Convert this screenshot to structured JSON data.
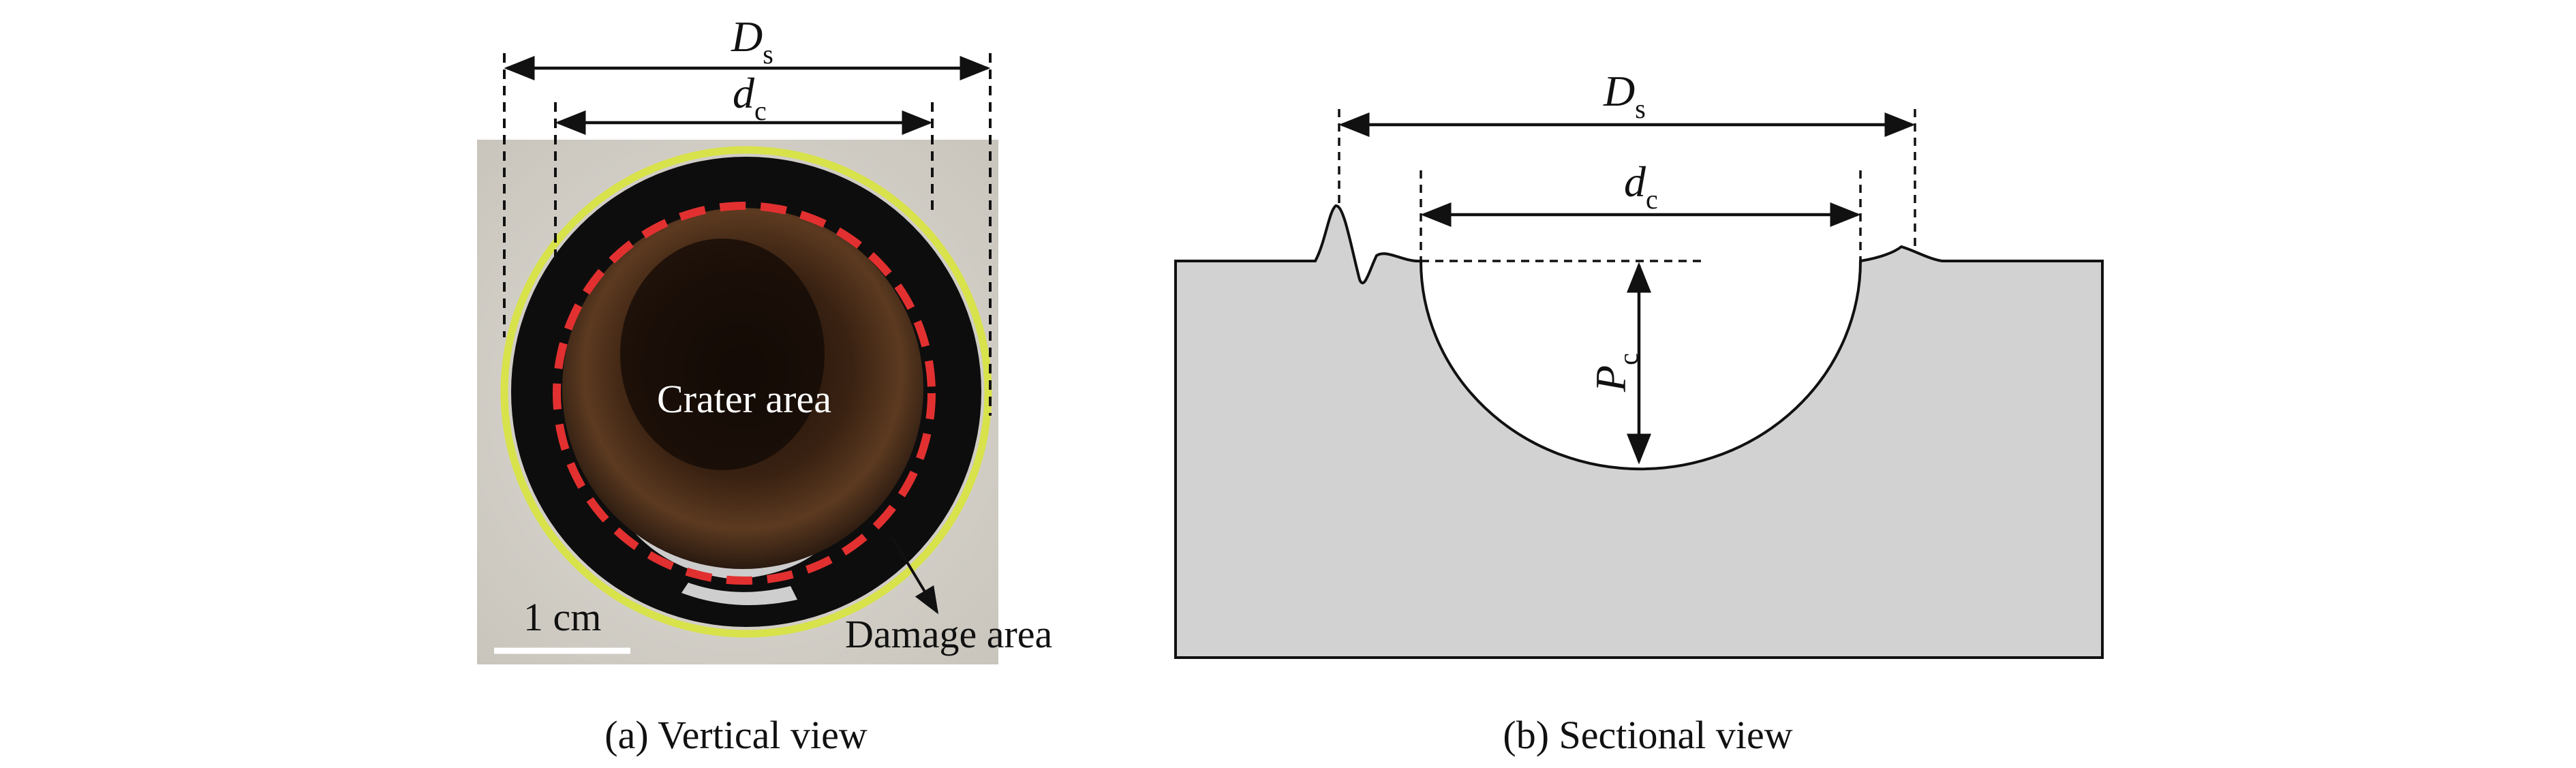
{
  "panel_a": {
    "caption": "(a) Vertical view",
    "labels": {
      "D_main": "D",
      "D_sub": "s",
      "d_main": "d",
      "d_sub": "c",
      "crater_area": "Crater area",
      "damage_area": "Damage area",
      "scale": "1 cm"
    }
  },
  "panel_b": {
    "caption": "(b) Sectional view",
    "labels": {
      "D_main": "D",
      "D_sub": "s",
      "d_main": "d",
      "d_sub": "c",
      "P_main": "P",
      "P_sub": "c"
    }
  },
  "colors": {
    "spall_outline": "#d8e24a",
    "crater_outline": "#e23030",
    "section_fill": "#d2d2d2"
  }
}
